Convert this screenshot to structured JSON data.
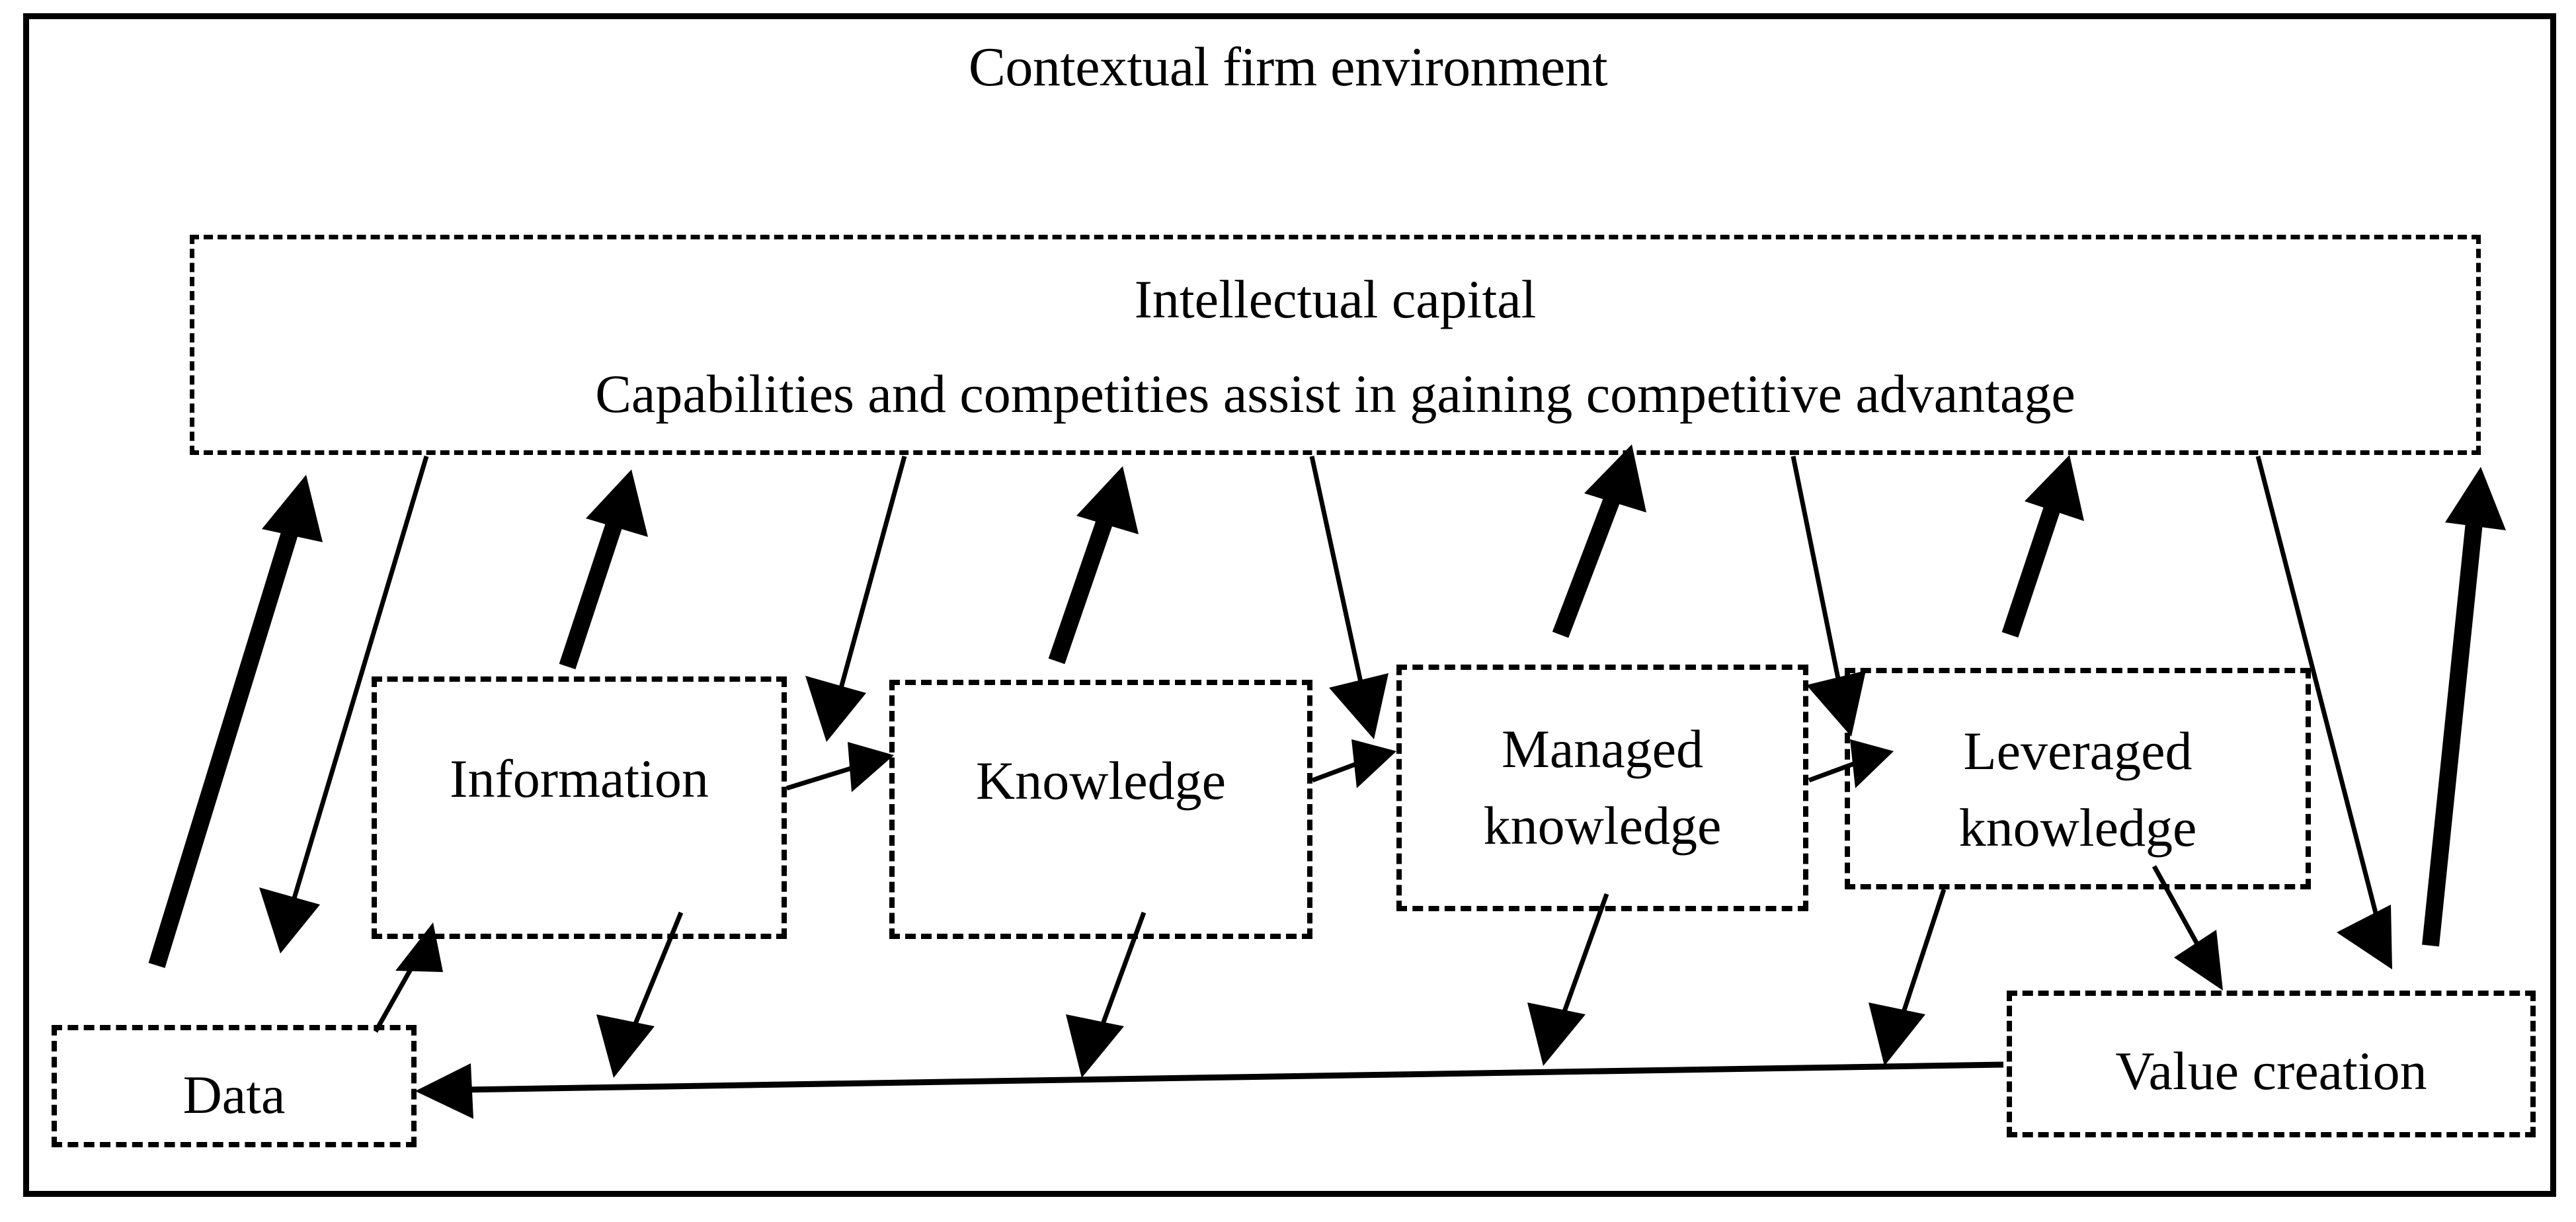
{
  "diagram": {
    "title": "Contextual firm environment",
    "outer_frame_label": "Contextual firm environment",
    "intellectual_capital": {
      "title": "Intellectual capital",
      "subtitle": "Capabilities and competities assist in gaining competitive advantage"
    },
    "nodes": [
      {
        "id": "data",
        "label": "Data"
      },
      {
        "id": "information",
        "label": "Information"
      },
      {
        "id": "knowledge",
        "label": "Knowledge"
      },
      {
        "id": "managed",
        "label": "Managed\nknowledge"
      },
      {
        "id": "leveraged",
        "label": "Leveraged\nknowledge"
      },
      {
        "id": "value",
        "label": "Value creation"
      }
    ],
    "flow_sequence": [
      "Data",
      "Information",
      "Knowledge",
      "Managed knowledge",
      "Leveraged knowledge",
      "Value creation"
    ],
    "colors": {
      "stroke": "#000000",
      "background": "#ffffff"
    }
  }
}
